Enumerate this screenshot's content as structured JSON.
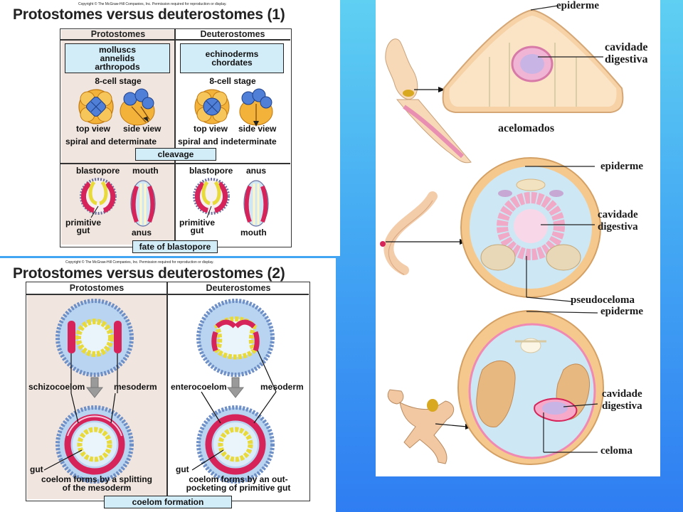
{
  "copyright": "Copyright © The McGraw-Hill Companies, Inc. Permission required for reproduction or display.",
  "panel1": {
    "title": "Protostomes versus deuterostomes (1)",
    "col_protostomes": "Protostomes",
    "col_deuterostomes": "Deuterostomes",
    "proto_groups": [
      "molluscs",
      "annelids",
      "arthropods"
    ],
    "deutero_groups": [
      "echinoderms",
      "chordates"
    ],
    "stage_label": "8-cell stage",
    "top_view": "top view",
    "side_view": "side view",
    "proto_cleavage": "spiral and determinate",
    "deutero_cleavage": "spiral and indeterminate",
    "cleavage_caption": "cleavage",
    "blastopore": "blastopore",
    "mouth": "mouth",
    "anus": "anus",
    "primitive_gut": [
      "primitive",
      "gut"
    ],
    "blastopore_caption": "fate of blastopore"
  },
  "panel2": {
    "title": "Protostomes versus deuterostomes (2)",
    "col_protostomes": "Protostomes",
    "col_deuterostomes": "Deuterostomes",
    "schizocoelom": "schizocoelom",
    "enterocoelom": "enterocoelom",
    "mesoderm": "mesoderm",
    "gut": "gut",
    "proto_caption": [
      "coelom forms by a splitting",
      "of the mesoderm"
    ],
    "deutero_caption": [
      "coelom forms by an out-",
      "pocketing of primitive gut"
    ],
    "bottom_caption": "coelom formation"
  },
  "panel3": {
    "epiderme": "epiderme",
    "cavidade_digestiva": [
      "cavidade",
      "digestiva"
    ],
    "acelomados": "acelomados",
    "pseudoceloma": "pseudoceloma",
    "celoma": "celoma"
  }
}
